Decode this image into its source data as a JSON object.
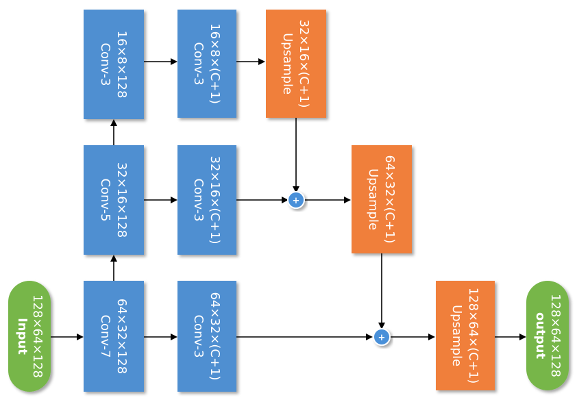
{
  "colors": {
    "conv": "#4f8fd1",
    "upsample": "#f07f3a",
    "terminal": "#77b64a",
    "sum": "#4a90d9",
    "arrow": "#000000"
  },
  "nodes": {
    "conv7": {
      "line1": "64×32×128",
      "line2": "Conv-7"
    },
    "conv5": {
      "line1": "32×16×128",
      "line2": "Conv-5"
    },
    "conv3_top": {
      "line1": "16×8×128",
      "line2": "Conv-3"
    },
    "conv3_bottom": {
      "line1": "64×32×(C+1)",
      "line2": "Conv-3"
    },
    "conv3_middle": {
      "line1": "32×16×(C+1)",
      "line2": "Conv-3"
    },
    "conv3_upper": {
      "line1": "16×8×(C+1)",
      "line2": "Conv-3"
    },
    "up_top": {
      "line1": "32×16×(C+1)",
      "line2": "Upsample"
    },
    "up_middle": {
      "line1": "64×32×(C+1)",
      "line2": "Upsample"
    },
    "up_bottom": {
      "line1": "128×64×(C+1)",
      "line2": "Upsample"
    },
    "input": {
      "line1": "128×64×128",
      "line2": "Input"
    },
    "output": {
      "line1": "128×64×128",
      "line2": "output"
    }
  },
  "sum_symbol": "+"
}
